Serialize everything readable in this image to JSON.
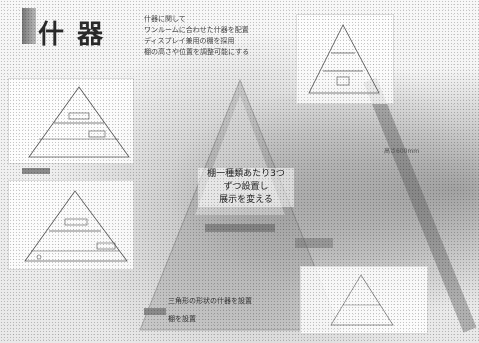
{
  "header": {
    "title": "什 器"
  },
  "description": {
    "lines": [
      "什器に関して",
      "ワンルームに合わせた什器を配置",
      "ディスプレイ兼用の棚を採用",
      "棚の高さや位置を調整可能にする"
    ]
  },
  "center_caption": {
    "lines": [
      "棚一種類あたり3つ",
      "ずつ設置し",
      "展示を変える"
    ]
  },
  "right_label": "高さ600mm",
  "bottom": {
    "line1": "三角形の形状の什器を設置",
    "line2": "棚を設置"
  },
  "colors": {
    "background": "#f4f4f4",
    "text": "#2b2b2b",
    "accent_gray": "#8a8a8a"
  }
}
